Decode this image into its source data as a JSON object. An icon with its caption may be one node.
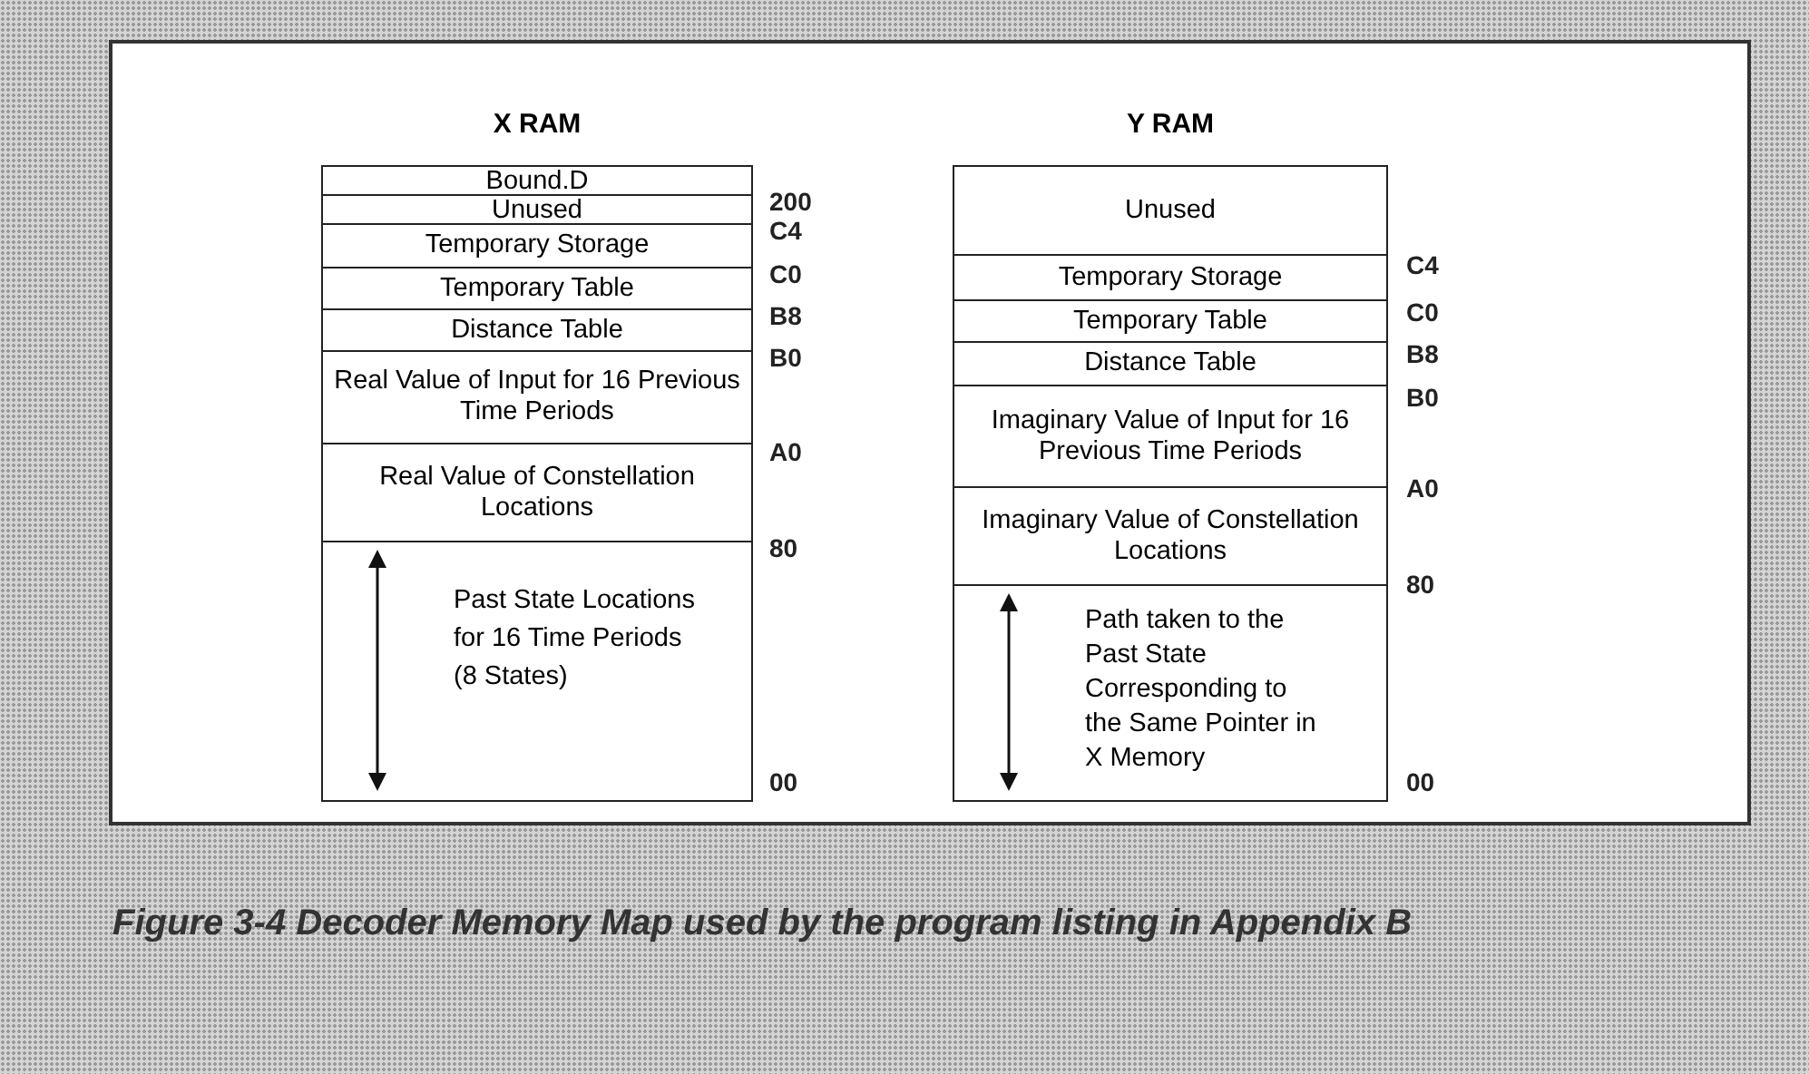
{
  "diagram": {
    "caption": "Figure 3-4 Decoder Memory Map used by the program listing in Appendix B",
    "nodes": [
      {
        "text": [
          "X RAM"
        ]
      },
      {
        "text": [
          "Bound.D"
        ],
        "in": 0
      },
      {
        "text": [
          "Unused"
        ],
        "in": 0
      },
      {
        "text": [
          "Temporary Storage"
        ],
        "in": 0
      },
      {
        "text": [
          "Temporary Table"
        ],
        "in": 0
      },
      {
        "text": [
          "Distance Table"
        ],
        "in": 0
      },
      {
        "text": [
          "Real Value of Input for 16 Previous Time Periods"
        ],
        "in": 0
      },
      {
        "text": [
          "Real Value of Constellation Locations"
        ],
        "in": 0
      },
      {
        "text": [
          "Past State Locations for 16 Time Periods (8 States)"
        ],
        "in": 0
      },
      {
        "text": [
          "Y RAM"
        ]
      },
      {
        "text": [
          "Unused"
        ],
        "in": 9
      },
      {
        "text": [
          "Temporary Storage"
        ],
        "in": 9
      },
      {
        "text": [
          "Temporary Table"
        ],
        "in": 9
      },
      {
        "text": [
          "Distance Table"
        ],
        "in": 9
      },
      {
        "text": [
          "Imaginary Value of Input for 16 Previous Time Periods"
        ],
        "in": 9
      },
      {
        "text": [
          "Imaginary Value of Constellation Locations"
        ],
        "in": 9
      },
      {
        "text": [
          "Path taken to the Past State Corresponding to the Same Pointer in X Memory"
        ],
        "in": 9
      }
    ],
    "edges": [],
    "labels": [
      "200",
      "C4",
      "C0",
      "B8",
      "B0",
      "A0",
      "80",
      "00",
      "C4",
      "C0",
      "B8",
      "B0",
      "A0",
      "80",
      "00"
    ]
  }
}
